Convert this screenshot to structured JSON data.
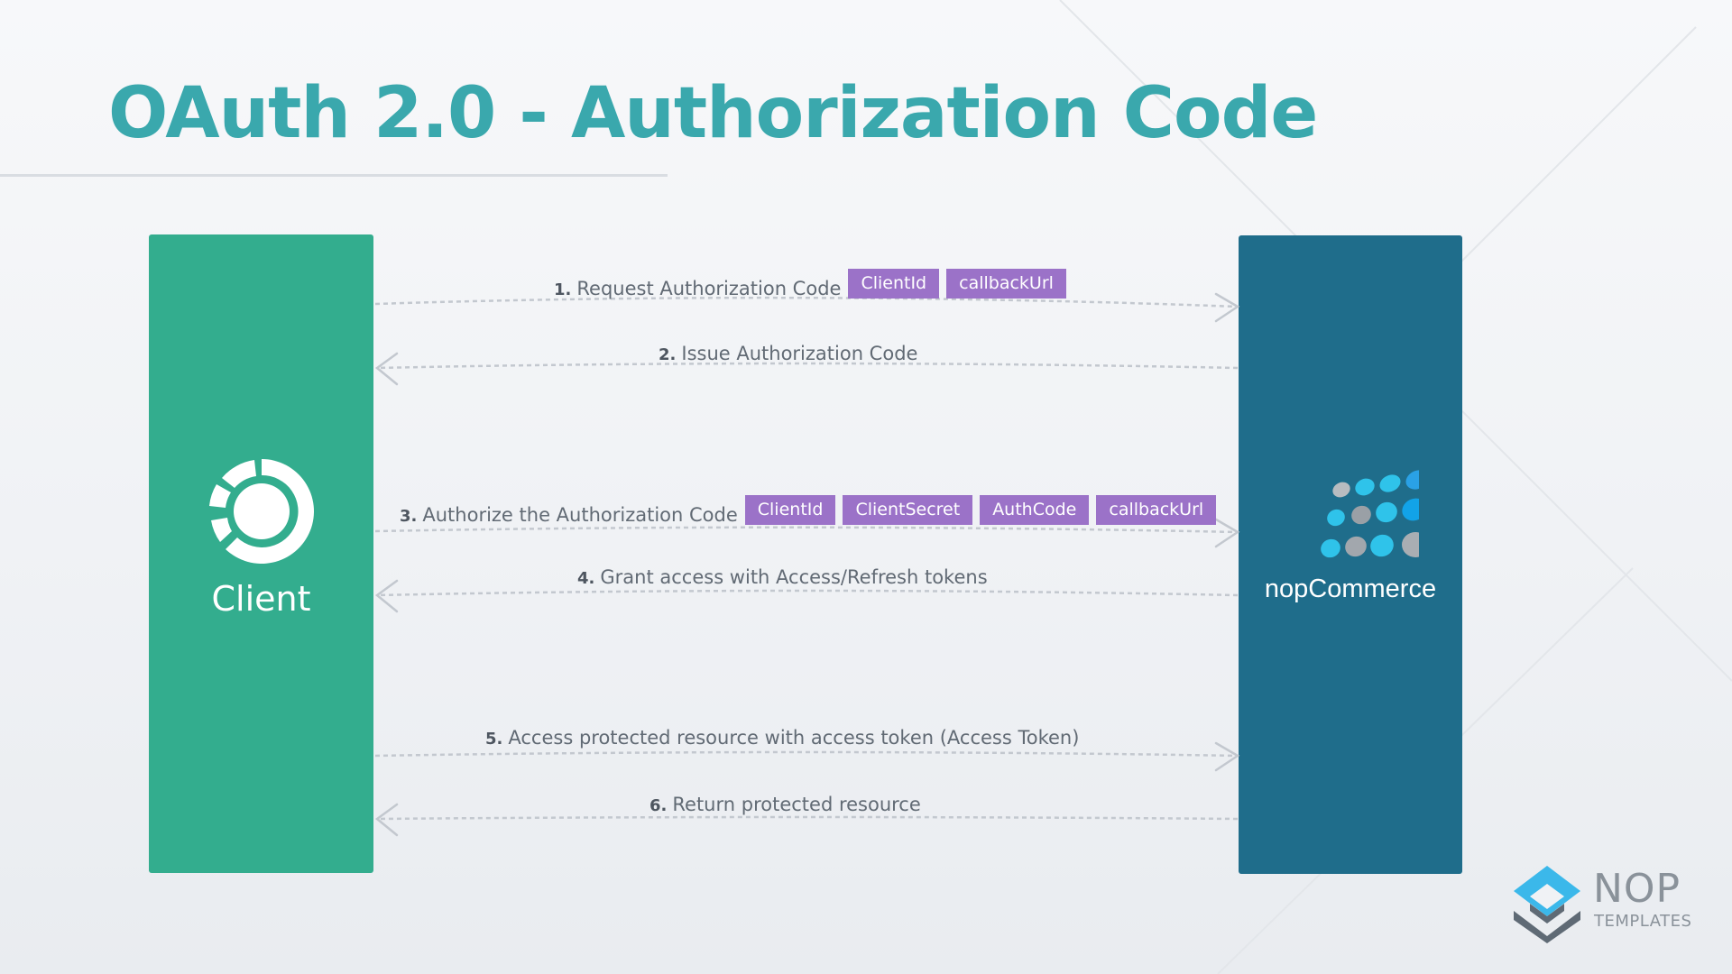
{
  "title": "OAuth 2.0 - Authorization Code",
  "actors": {
    "client": {
      "label": "Client"
    },
    "server": {
      "label": "nopCommerce"
    }
  },
  "messages": [
    {
      "number": "1.",
      "text": "Request Authorization Code",
      "direction": "client-to-server",
      "params": [
        "ClientId",
        "callbackUrl"
      ]
    },
    {
      "number": "2.",
      "text": "Issue Authorization Code",
      "direction": "server-to-client",
      "params": []
    },
    {
      "number": "3.",
      "text": "Authorize the Authorization Code",
      "direction": "client-to-server",
      "params": [
        "ClientId",
        "ClientSecret",
        "AuthCode",
        "callbackUrl"
      ]
    },
    {
      "number": "4.",
      "text": "Grant access with Access/Refresh tokens",
      "direction": "server-to-client",
      "params": []
    },
    {
      "number": "5.",
      "text": "Access protected resource with access token (Access Token)",
      "direction": "client-to-server",
      "params": []
    },
    {
      "number": "6.",
      "text": "Return protected resource",
      "direction": "server-to-client",
      "params": []
    }
  ],
  "brand": {
    "name": "NOP",
    "sub": "TEMPLATES"
  },
  "colors": {
    "title": "#3aa8ad",
    "client_box": "#33ad8e",
    "server_box": "#1f6d8b",
    "param_chip": "#9b72c8",
    "arrow": "#c3c8cf"
  },
  "icons": {
    "client": "ring-logo-icon",
    "server": "dot-grid-logo-icon",
    "brand": "diamond-logo-icon"
  }
}
